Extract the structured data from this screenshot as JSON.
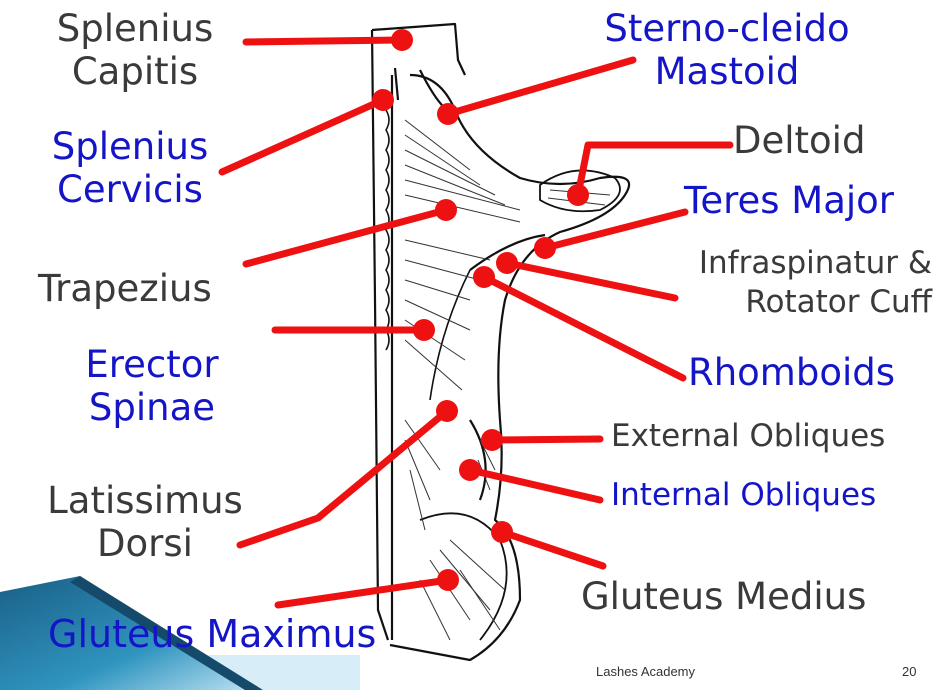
{
  "slide": {
    "footer": "Lashes Academy",
    "page_number": "20"
  },
  "labels": {
    "splenius_capitis": [
      "Splenius",
      "Capitis"
    ],
    "splenius_cervicis": [
      "Splenius",
      "Cervicis"
    ],
    "trapezius": "Trapezius",
    "erector_spinae": [
      "Erector",
      "Spinae"
    ],
    "latissimus_dorsi": [
      "Latissimus",
      "Dorsi"
    ],
    "gluteus_maximus": "Gluteus Maximus",
    "sternocleidomastoid": [
      "Sterno-cleido",
      "Mastoid"
    ],
    "deltoid": "Deltoid",
    "teres_major": "Teres Major",
    "infraspinatus": [
      "Infraspinatur &",
      "Rotator Cuff"
    ],
    "rhomboids": "Rhomboids",
    "external_obliques": "External Obliques",
    "internal_obliques": "Internal Obliques",
    "gluteus_medius": "Gluteus Medius"
  },
  "colors": {
    "pointer": "#ee1111",
    "label_dark": "#3a3a3a",
    "label_blue": "#1515c8",
    "accent_band": "#1f7fa6"
  }
}
